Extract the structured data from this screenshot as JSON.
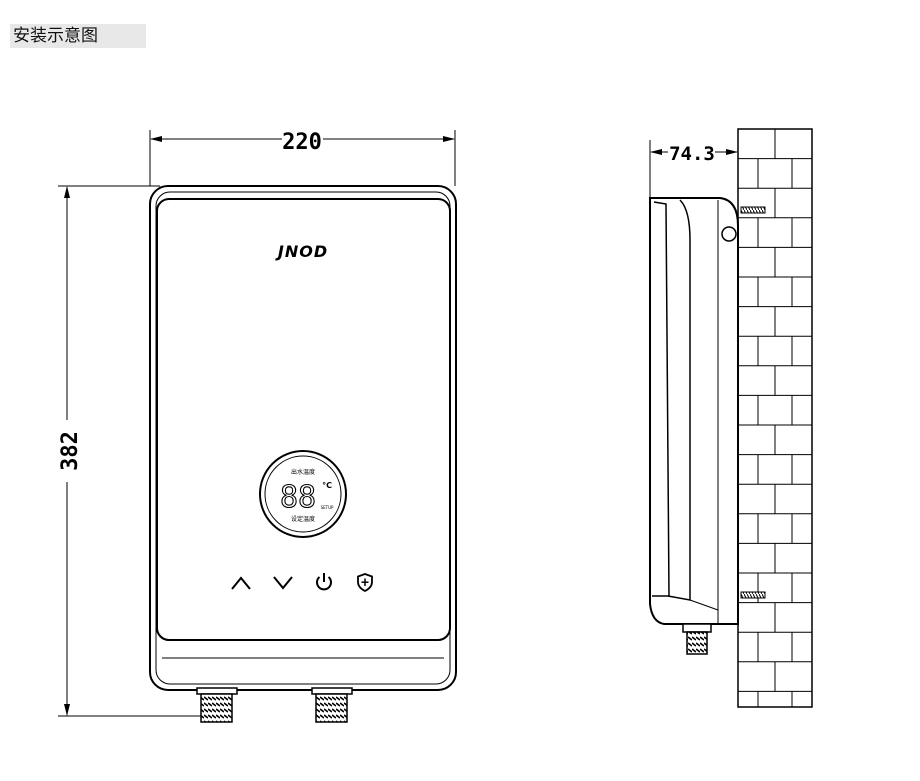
{
  "title": "安装示意图",
  "dimensions": {
    "width": "220",
    "height": "382",
    "depth": "74.3"
  },
  "front_panel": {
    "brand": "JNOD",
    "display_digits": "88",
    "display_unit": "°C",
    "display_top_label": "出水温度",
    "display_bottom_label": "设定温度",
    "display_side_label": "SETUP"
  },
  "controls": [
    {
      "name": "up-button",
      "icon": "chevron-up-icon"
    },
    {
      "name": "down-button",
      "icon": "chevron-down-icon"
    },
    {
      "name": "power-button",
      "icon": "power-icon"
    },
    {
      "name": "shield-button",
      "icon": "shield-plus-icon"
    }
  ],
  "colors": {
    "line": "#000000",
    "panel_fill": "#ffffff",
    "title_bg": "#e8e8e8"
  }
}
